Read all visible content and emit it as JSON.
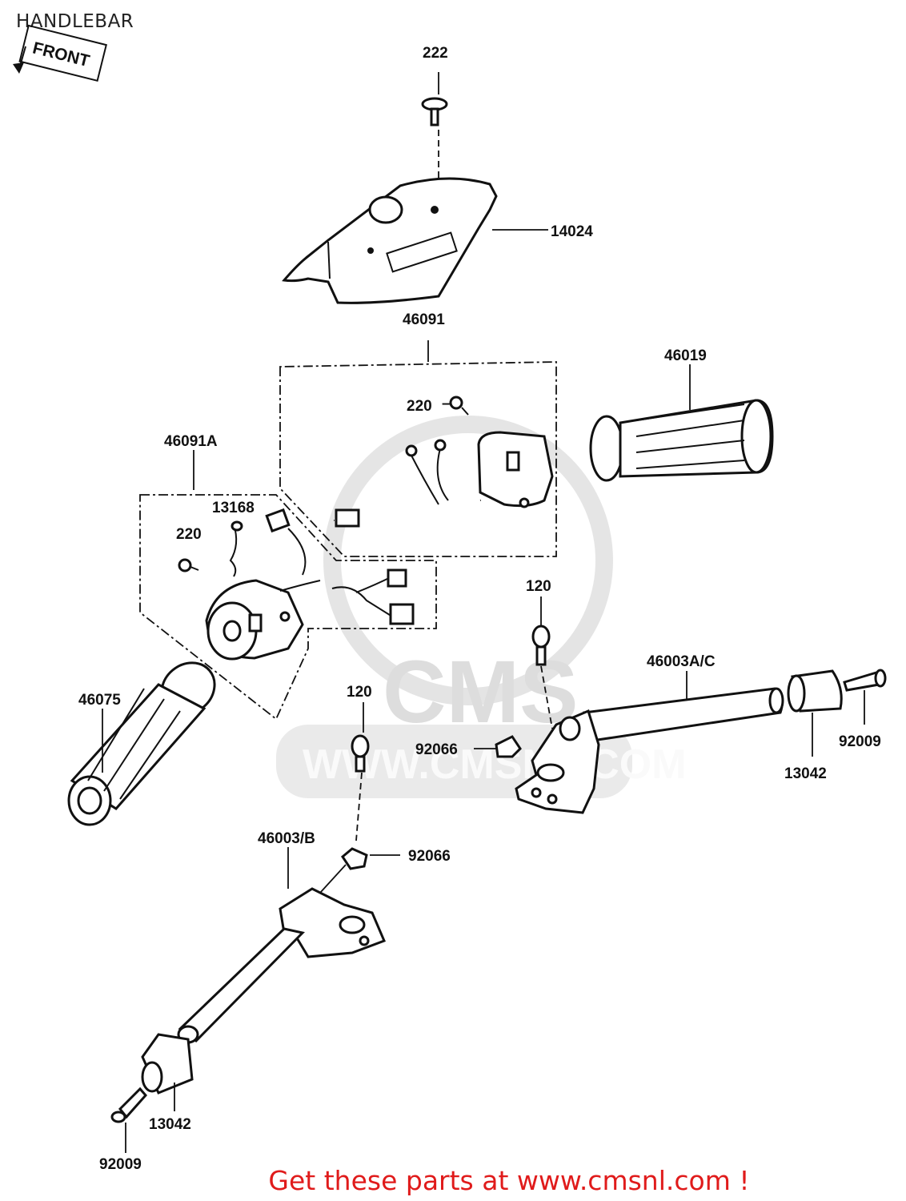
{
  "title": "HANDLEBAR",
  "front_marker": "FRONT",
  "watermark": {
    "brand": "CMS",
    "site": "WWW.CMSNL.COM"
  },
  "footer": "Get these parts at www.cmsnl.com !",
  "parts": {
    "p222": "222",
    "p14024": "14024",
    "p46091": "46091",
    "p46019": "46019",
    "p220_top": "220",
    "p46091A": "46091A",
    "p13168": "13168",
    "p220_left": "220",
    "p120_right": "120",
    "p46003AC": "46003A/C",
    "p46075": "46075",
    "p120_mid": "120",
    "p92066_right": "92066",
    "p13042_right": "13042",
    "p92009_right": "92009",
    "p46003B": "46003/B",
    "p92066_left": "92066",
    "p13042_left": "13042",
    "p92009_left": "92009"
  }
}
